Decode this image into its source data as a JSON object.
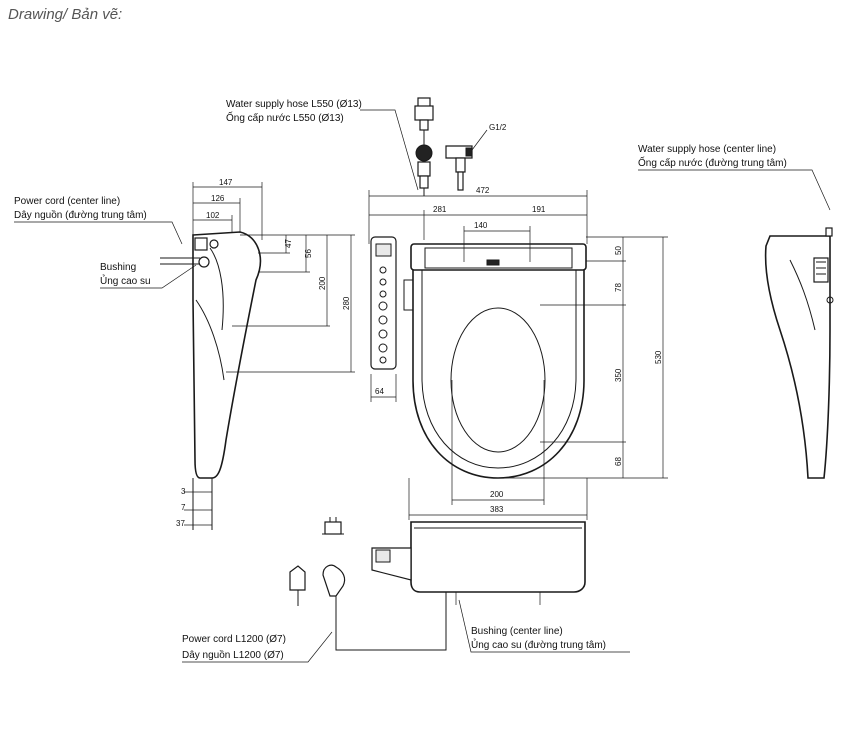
{
  "title": "Drawing/ Bản vẽ:",
  "labels": {
    "water_hose_en": "Water supply hose L550 (Ø13)",
    "water_hose_vi": "Ống cấp nước L550 (Ø13)",
    "thread": "G1/2",
    "water_center_en": "Water supply hose (center line)",
    "water_center_vi": "Ống cấp nước (đường trung tâm)",
    "power_center_en": "Power cord (center line)",
    "power_center_vi": "Dây nguồn (đường trung tâm)",
    "bushing_en": "Bushing",
    "bushing_vi": "Ủng cao su",
    "power_cord_en": "Power cord L1200 (Ø7)",
    "power_cord_vi": "Dây nguồn L1200 (Ø7)",
    "bushing_center_en": "Bushing (center line)",
    "bushing_center_vi": "Ủng cao su (đường trung tâm)"
  },
  "dims": {
    "d147": "147",
    "d126": "126",
    "d102": "102",
    "d47": "47",
    "d56": "56",
    "d200": "200",
    "d280": "280",
    "d3": "3",
    "d7": "7",
    "d37": "37",
    "d472": "472",
    "d281": "281",
    "d191": "191",
    "d140": "140",
    "d50": "50",
    "d78": "78",
    "d350": "350",
    "d530": "530",
    "d68": "68",
    "d64": "64",
    "d200b": "200",
    "d383": "383"
  }
}
